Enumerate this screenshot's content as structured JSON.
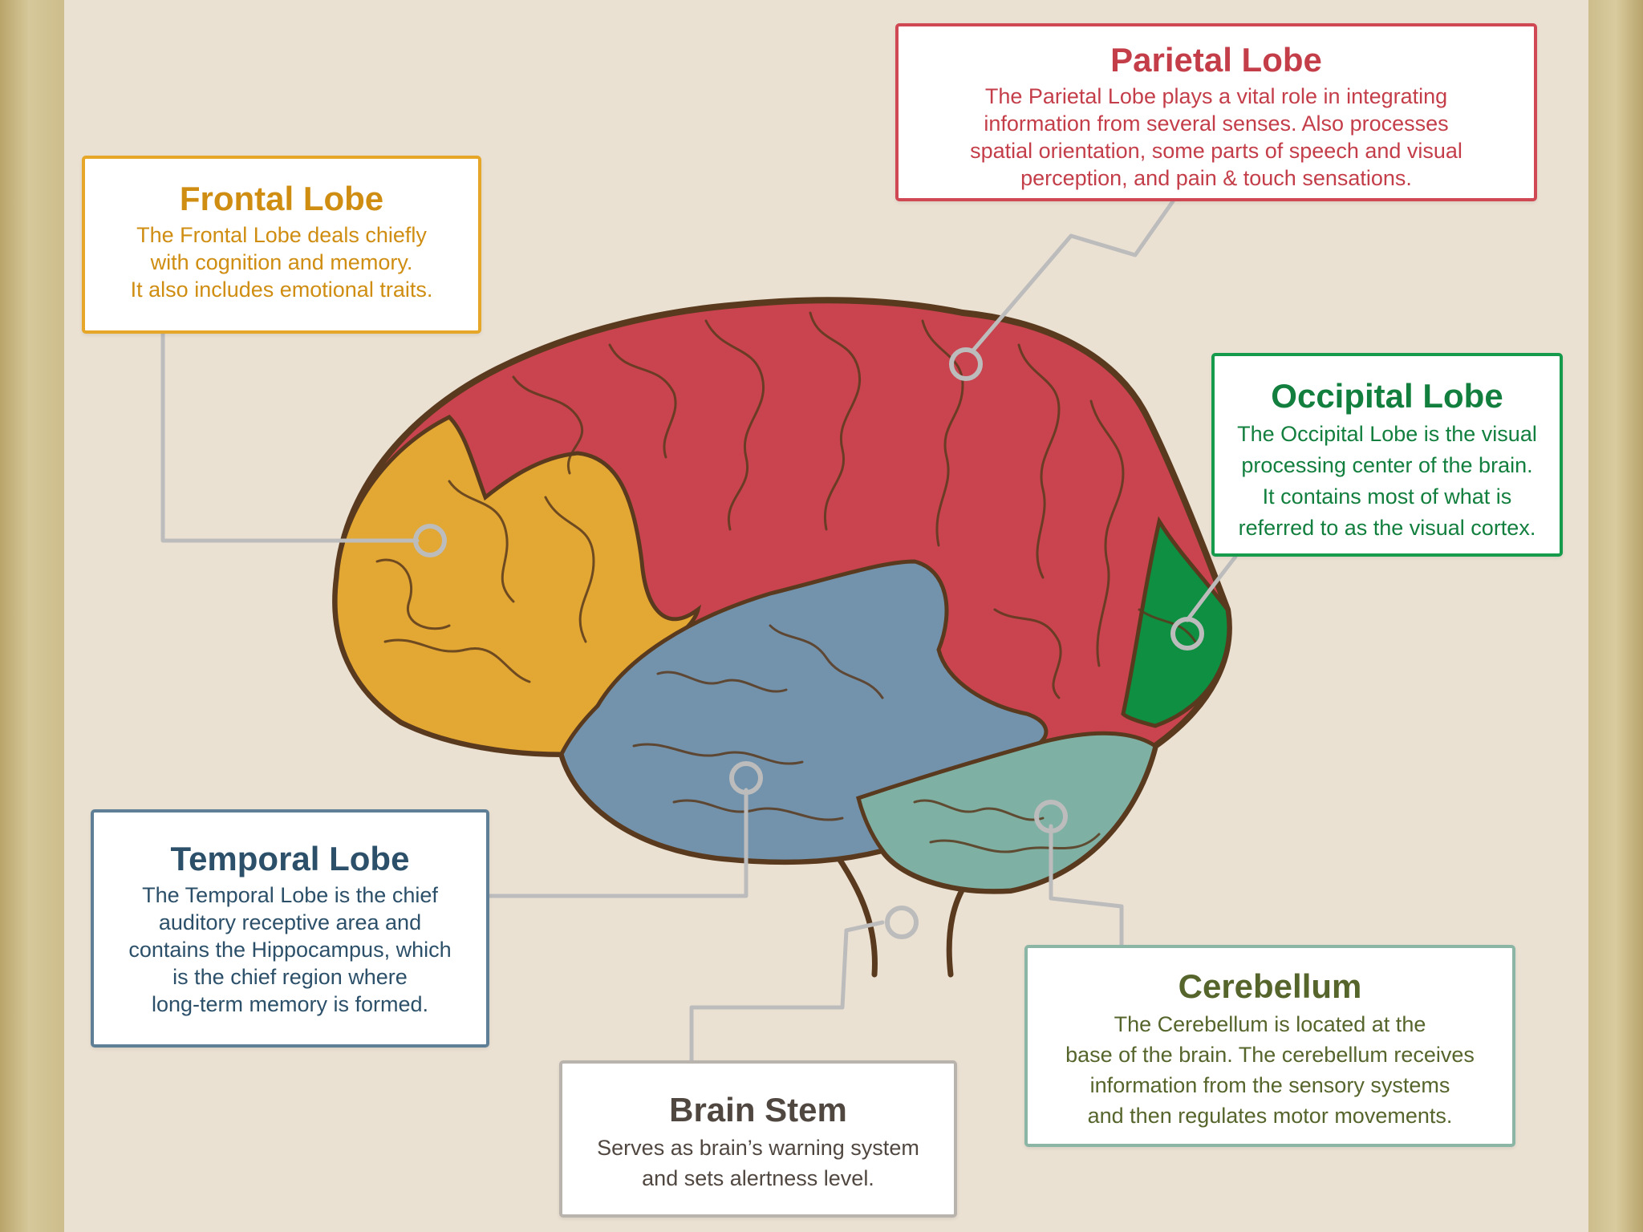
{
  "lobes": {
    "frontal": {
      "title": "Frontal Lobe",
      "lines": [
        "The Frontal Lobe deals chiefly",
        "with cognition and memory.",
        "It also includes emotional traits."
      ],
      "color": "#e6a933"
    },
    "parietal": {
      "title": "Parietal Lobe",
      "lines": [
        "The Parietal Lobe plays a vital role in integrating",
        "information from several senses. Also processes",
        "spatial orientation, some parts of speech and visual",
        "perception, and pain & touch sensations."
      ],
      "color": "#cf4a4f"
    },
    "occipital": {
      "title": "Occipital Lobe",
      "lines": [
        "The Occipital Lobe is the visual",
        "processing center of the brain.",
        "It contains most of what is",
        "referred to as the visual cortex."
      ],
      "color": "#0b8f3f"
    },
    "temporal": {
      "title": "Temporal Lobe",
      "lines": [
        "The Temporal Lobe is the chief",
        "auditory receptive area and",
        "contains the Hippocampus, which",
        "is the chief region where",
        "long-term memory is formed."
      ],
      "color": "#6a8fa8"
    },
    "brain_stem": {
      "title": "Brain Stem",
      "lines": [
        "Serves as brain’s warning system",
        "and sets alertness level."
      ],
      "color": "#5a3a1e"
    },
    "cerebellum": {
      "title": "Cerebellum",
      "lines": [
        "The Cerebellum is located at the",
        "base of the brain. The cerebellum receives",
        "information from the sensory systems",
        "and then regulates motor movements."
      ],
      "color": "#7ab0a2"
    }
  },
  "colors": {
    "background": "#ebe1d3",
    "outline": "#5a3a1e",
    "connector": "#bdbdbd"
  }
}
